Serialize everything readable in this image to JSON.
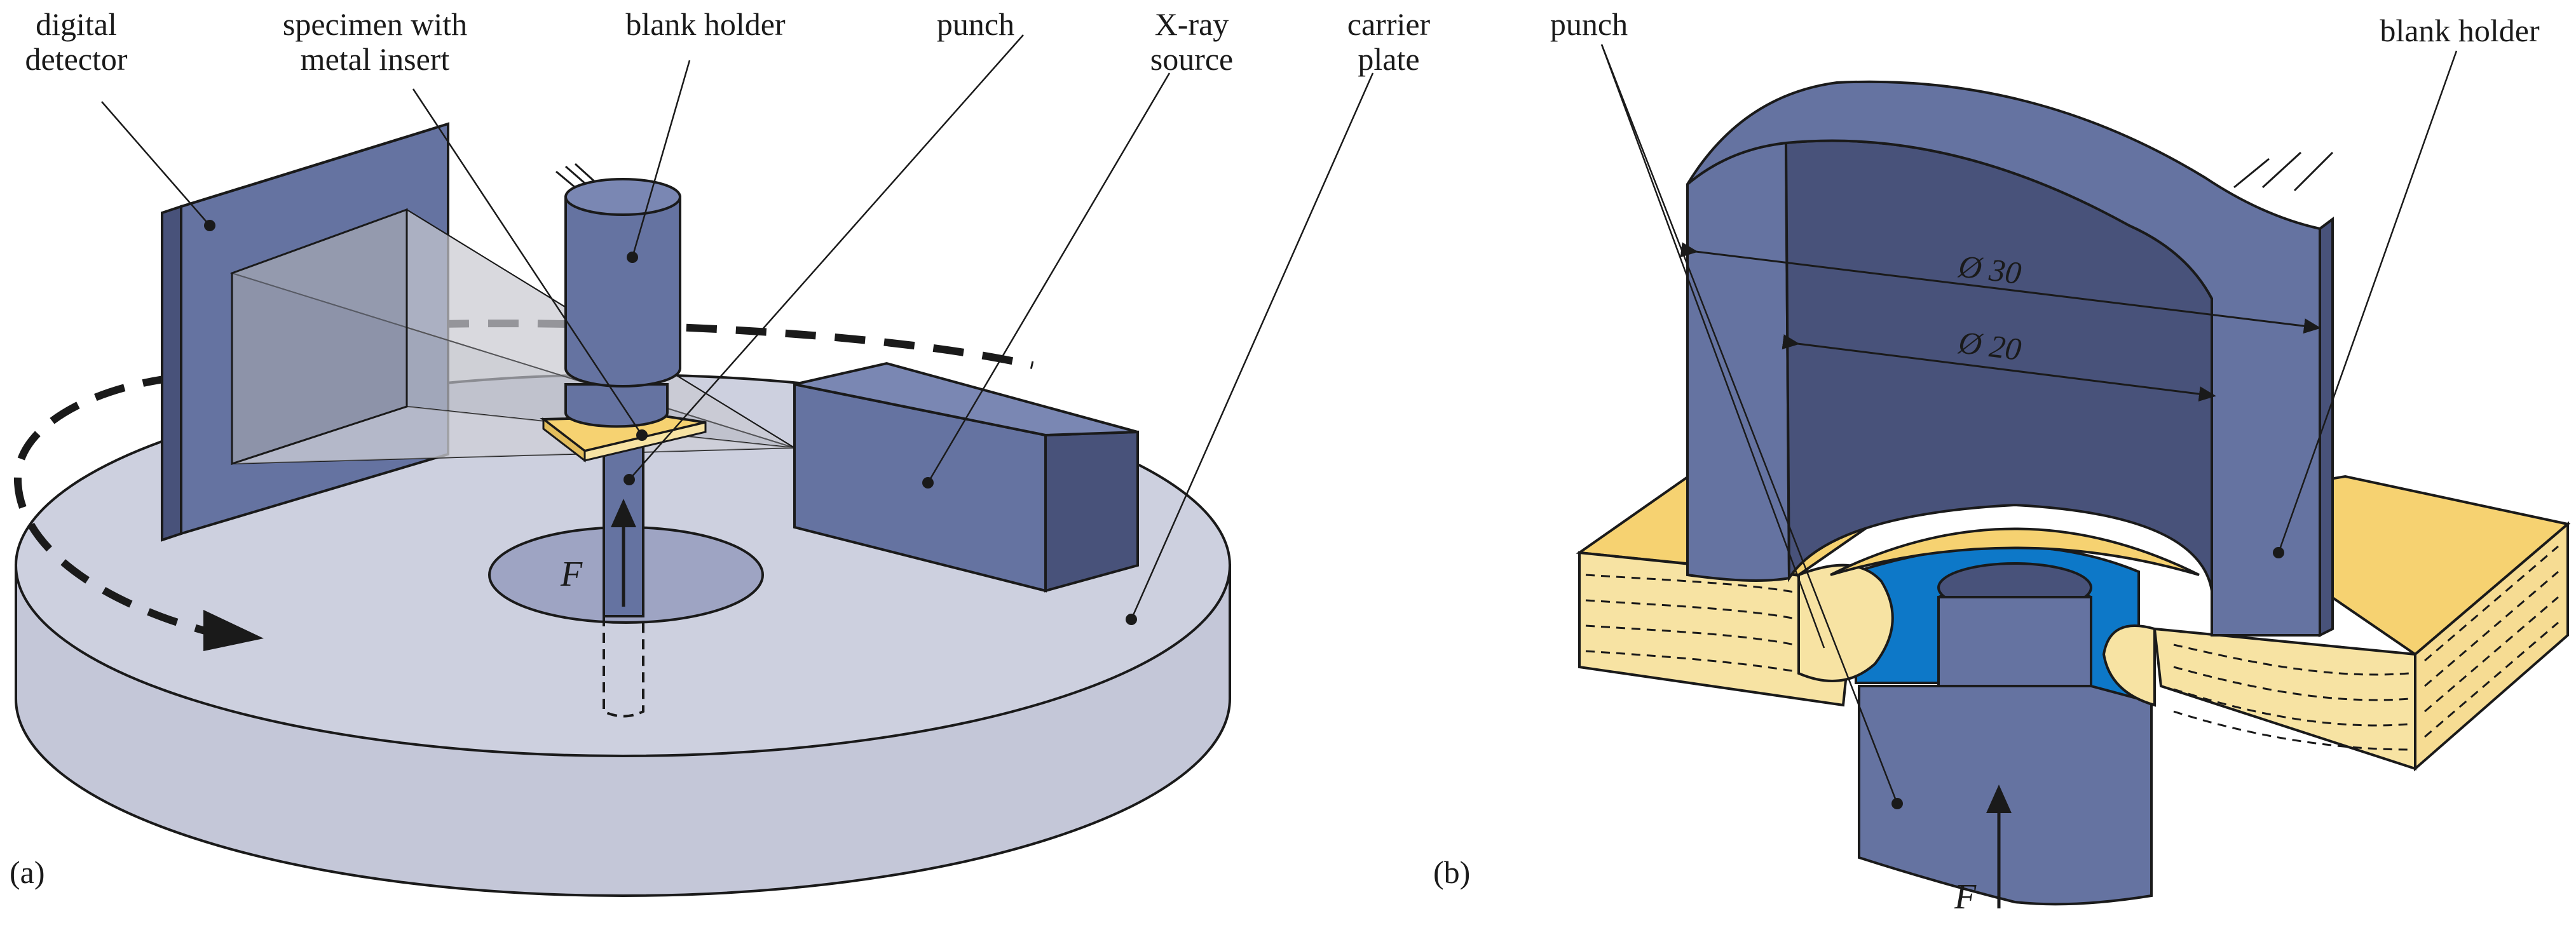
{
  "panel_a": {
    "tag": "(a)",
    "labels": {
      "digital_detector_l1": "digital",
      "digital_detector_l2": "detector",
      "specimen_l1": "specimen with",
      "specimen_l2": "metal insert",
      "blank_holder": "blank holder",
      "punch": "punch",
      "xray_l1": "X-ray",
      "xray_l2": "source",
      "carrier_l1": "carrier",
      "carrier_l2": "plate"
    },
    "force": "F"
  },
  "panel_b": {
    "tag": "(b)",
    "labels": {
      "punch": "punch",
      "blank_holder": "blank holder"
    },
    "dimensions": {
      "outer": "Ø 30",
      "inner": "Ø 20"
    },
    "force": "F"
  },
  "colors": {
    "steel": "#6573a1",
    "steel_dark": "#48527a",
    "plate": "#cdd0df",
    "plate_side": "#c4c7d8",
    "wood_top": "#f6d271",
    "wood_side": "#f7e3a3",
    "insert": "#0d78c8",
    "outline": "#1a1a1a"
  }
}
